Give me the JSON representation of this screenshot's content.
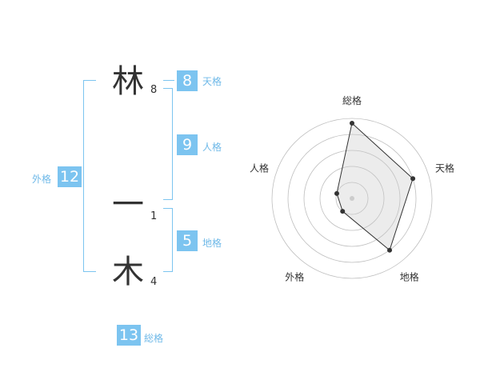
{
  "name": {
    "chars": [
      {
        "char": "林",
        "strokes": "8"
      },
      {
        "char": "一",
        "strokes": "1"
      },
      {
        "char": "木",
        "strokes": "4"
      }
    ]
  },
  "fortunes": {
    "tenkaku": {
      "value": "8",
      "label": "天格"
    },
    "jinkaku": {
      "value": "9",
      "label": "人格"
    },
    "chikaku": {
      "value": "5",
      "label": "地格"
    },
    "gaikaku": {
      "value": "12",
      "label": "外格"
    },
    "soukaku": {
      "value": "13",
      "label": "総格"
    }
  },
  "colors": {
    "accent": "#7cc4f0",
    "text": "#333333"
  },
  "chart_data": {
    "type": "radar",
    "axes": [
      "総格",
      "天格",
      "地格",
      "外格",
      "人格"
    ],
    "values": [
      4.7,
      4.0,
      4.0,
      1.0,
      1.0
    ],
    "rings": 5,
    "range": [
      0,
      5
    ]
  }
}
